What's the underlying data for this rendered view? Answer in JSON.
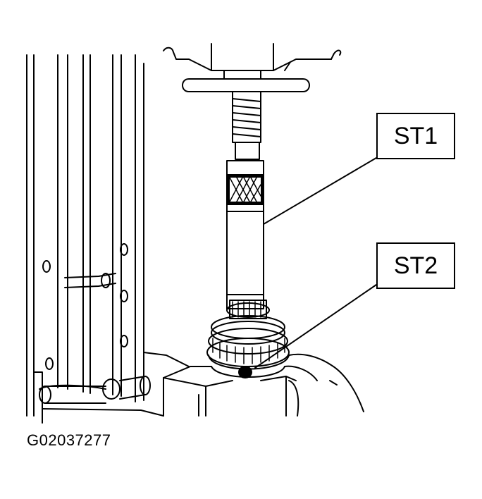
{
  "callouts": {
    "st1": "ST1",
    "st2": "ST2"
  },
  "figure_id": "G02037277",
  "colors": {
    "ink": "#000000",
    "paper": "#ffffff"
  }
}
